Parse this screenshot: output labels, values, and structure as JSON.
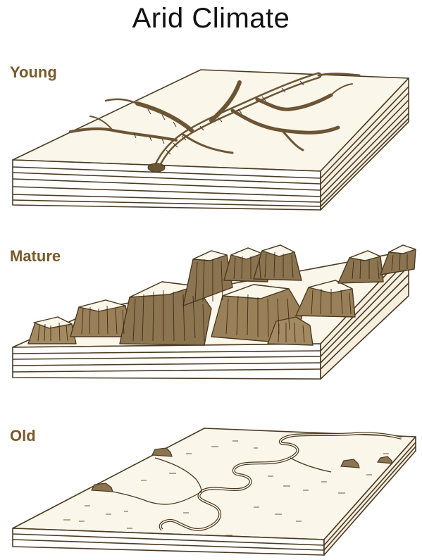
{
  "title": "Arid Climate",
  "colors": {
    "ink": "#4a3a22",
    "label": "#7a5a2a",
    "paper": "#fbf6ea",
    "shade": "#8c7450"
  },
  "stages": [
    {
      "label": "Young"
    },
    {
      "label": "Mature"
    },
    {
      "label": "Old"
    }
  ]
}
